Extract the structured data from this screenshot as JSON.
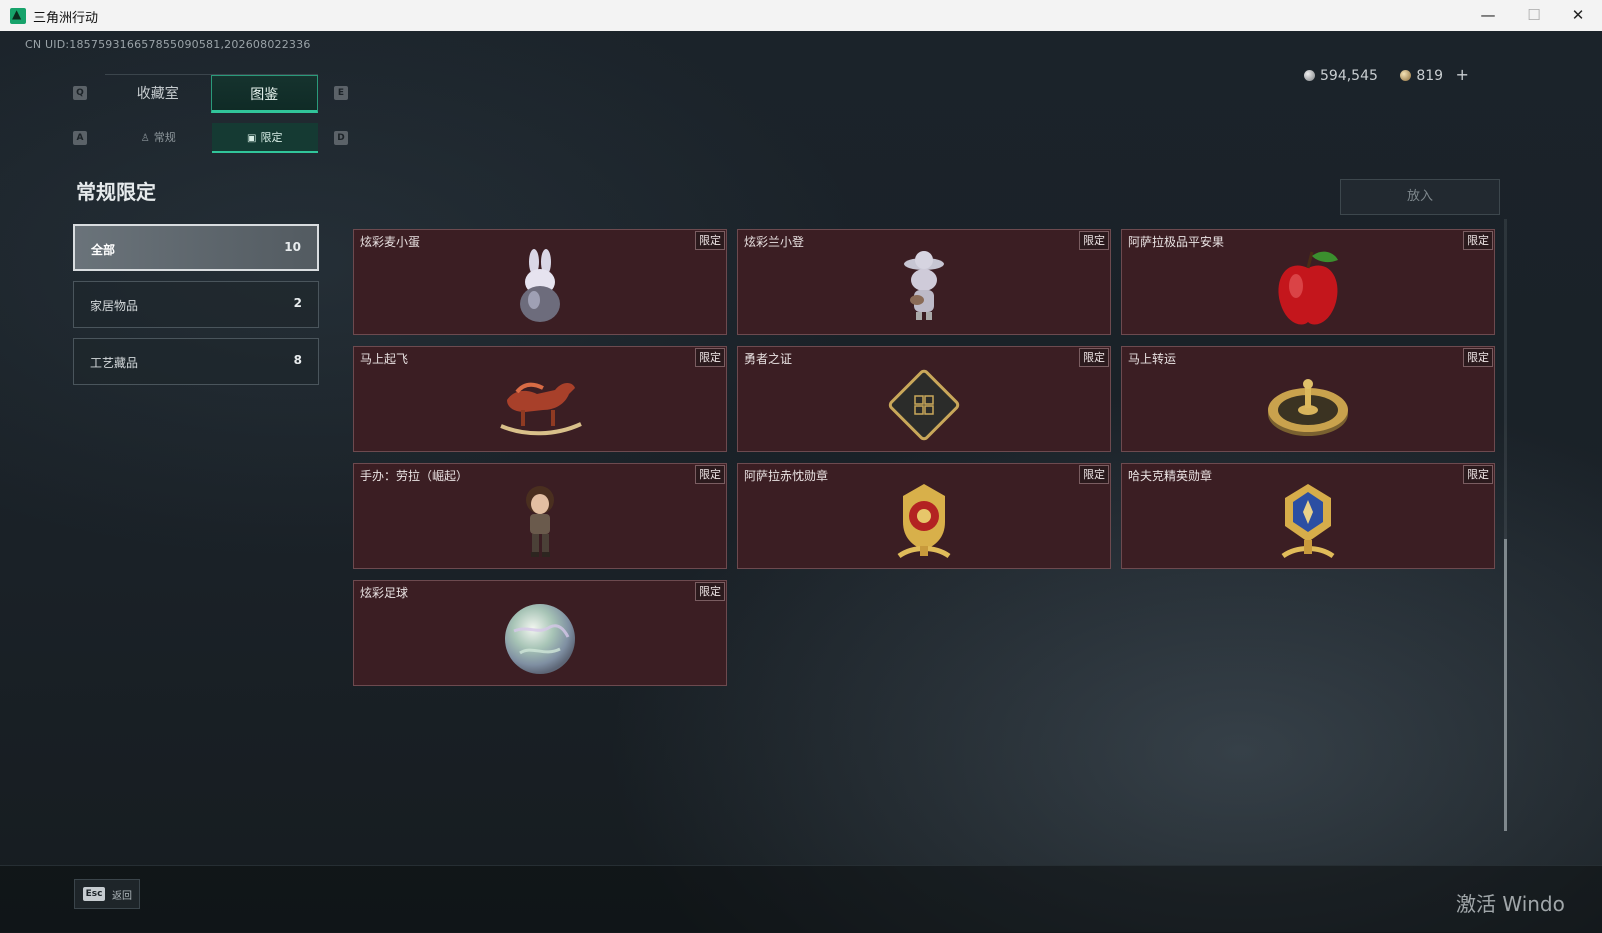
{
  "window": {
    "title": "三角洲行动"
  },
  "uid": "CN UID:185759316657855090581,202608022336",
  "currency": {
    "silver": "594,545",
    "gold": "819",
    "add": "+"
  },
  "tabs": {
    "left_key": "Q",
    "right_key": "E",
    "items": [
      "收藏室",
      "图鉴"
    ]
  },
  "subtabs": {
    "left_key": "A",
    "right_key": "D",
    "items": [
      "常规",
      "限定"
    ]
  },
  "section_title": "常规限定",
  "sidebar": {
    "items": [
      {
        "label": "全部",
        "count": "10"
      },
      {
        "label": "家居物品",
        "count": "2"
      },
      {
        "label": "工艺藏品",
        "count": "8"
      }
    ]
  },
  "put_button": "放入",
  "items": [
    {
      "name": "炫彩麦小蛋",
      "tag": "限定",
      "icon": "bunny-egg-figure-icon"
    },
    {
      "name": "炫彩兰小登",
      "tag": "限定",
      "icon": "sombrero-figure-icon"
    },
    {
      "name": "阿萨拉极品平安果",
      "tag": "限定",
      "icon": "red-apple-icon"
    },
    {
      "name": "马上起飞",
      "tag": "限定",
      "icon": "rocking-horse-icon"
    },
    {
      "name": "勇者之证",
      "tag": "限定",
      "icon": "diamond-card-icon"
    },
    {
      "name": "马上转运",
      "tag": "限定",
      "icon": "golden-wheel-icon"
    },
    {
      "name": "手办：劳拉（崛起）",
      "tag": "限定",
      "icon": "lara-figure-icon"
    },
    {
      "name": "阿萨拉赤忱勋章",
      "tag": "限定",
      "icon": "red-medal-icon"
    },
    {
      "name": "哈夫克精英勋章",
      "tag": "限定",
      "icon": "blue-medal-icon"
    },
    {
      "name": "炫彩足球",
      "tag": "限定",
      "icon": "iridescent-ball-icon"
    }
  ],
  "footer": {
    "esc_key": "Esc",
    "back_label": "返回"
  },
  "watermark": "激活 Windo"
}
